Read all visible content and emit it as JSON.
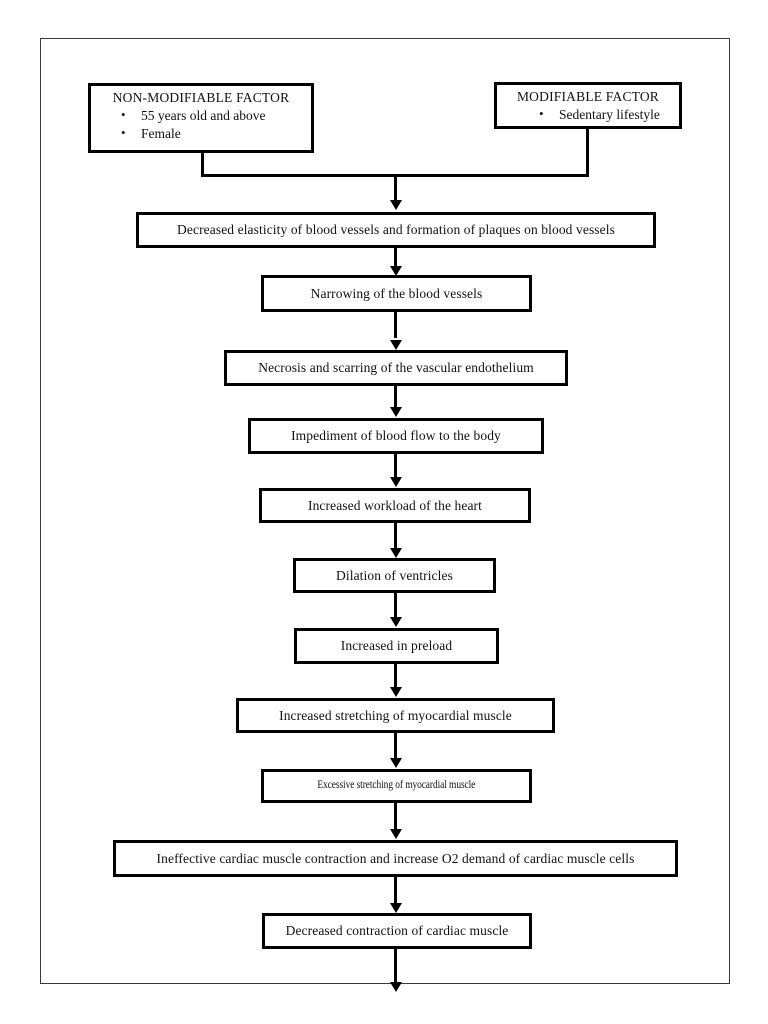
{
  "document": {
    "type": "pathophysiology-flowchart",
    "orientation": "vertical-top-to-bottom"
  },
  "factors": [
    {
      "id": "non-modifiable",
      "title": "NON-MODIFIABLE FACTOR",
      "bullet_glyph": "•",
      "items": [
        "55 years old and above",
        "Female"
      ]
    },
    {
      "id": "modifiable",
      "title": "MODIFIABLE FACTOR",
      "bullet_glyph": "•",
      "items": [
        "Sedentary lifestyle"
      ]
    }
  ],
  "flow": {
    "steps": [
      {
        "id": "step-1",
        "label": "Decreased elasticity of blood vessels and formation of plaques on blood vessels"
      },
      {
        "id": "step-2",
        "label": "Narrowing of the blood vessels"
      },
      {
        "id": "step-3",
        "label": "Necrosis and scarring of the vascular endothelium"
      },
      {
        "id": "step-4",
        "label": "Impediment of blood flow to the body"
      },
      {
        "id": "step-5",
        "label": "Increased workload of the heart"
      },
      {
        "id": "step-6",
        "label": "Dilation of ventricles"
      },
      {
        "id": "step-7",
        "label": "Increased in preload"
      },
      {
        "id": "step-8",
        "label": "Increased stretching of myocardial muscle"
      },
      {
        "id": "step-9",
        "label": "Excessive stretching of myocardial muscle"
      },
      {
        "id": "step-10",
        "label": "Ineffective cardiac muscle contraction and increase O2 demand of cardiac muscle cells"
      },
      {
        "id": "step-11",
        "label": "Decreased contraction of cardiac muscle"
      }
    ]
  },
  "colors": {
    "box_border": "#000000",
    "box_fill": "#ffffff",
    "connector": "#000000",
    "page_border": "#3a3a3a",
    "text": "#111111",
    "background": "#ffffff"
  }
}
